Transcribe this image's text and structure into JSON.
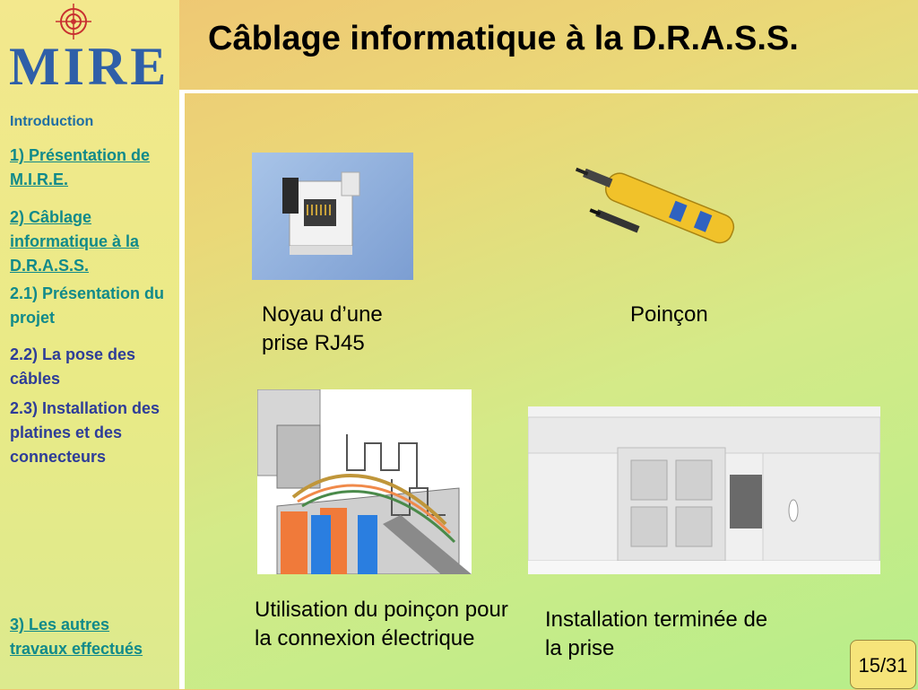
{
  "header": {
    "logo_text": "MIRE",
    "title": "Câblage informatique à la D.R.A.S.S."
  },
  "sidebar": {
    "intro": "Introduction",
    "items": [
      {
        "label": "1) Présentation de M.I.R.E."
      },
      {
        "label": "2) Câblage informatique à la D.R.A.S.S."
      },
      {
        "label": "2.1) Présentation du projet"
      },
      {
        "label": "2.2) La pose des câbles"
      },
      {
        "label": "2.3) Installation des platines et des connecteurs"
      },
      {
        "label": "3) Les autres travaux effectués"
      }
    ]
  },
  "captions": {
    "rj45": "Noyau d’une prise RJ45",
    "poincon": "Poinçon",
    "usage": "Utilisation du poinçon pour la connexion électrique",
    "installed": "Installation terminée de la prise"
  },
  "footer": {
    "page": "15/31"
  }
}
